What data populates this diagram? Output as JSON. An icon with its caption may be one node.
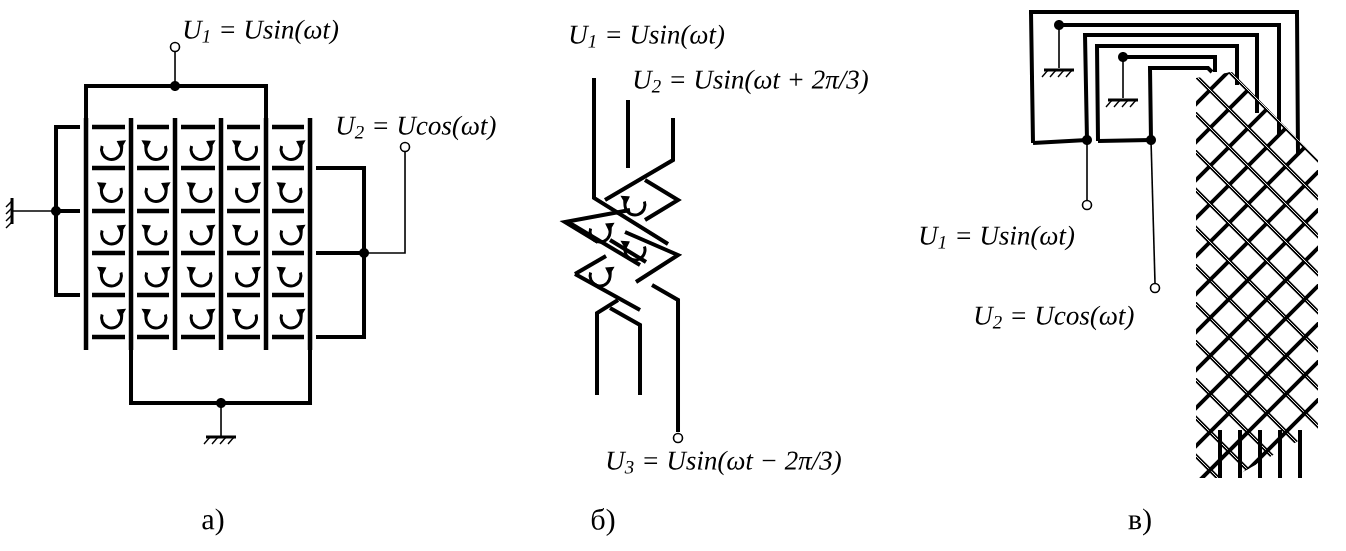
{
  "diagram": {
    "labels": [
      "U$_{1}$ = Usin(ωt)",
      "U$_{2}$ = Ucos(ωt)",
      "U$_{1}$ = Usin(ωt)",
      "U$_{2}$ = Usin(ωt + 2π/3)",
      "U$_{3}$ = Usin(ωt − 2π/3)",
      "U$_{1}$ = Usin(ωt)",
      "U$_{2}$ = Ucos(ωt)",
      "а)",
      "б)",
      "в)"
    ]
  }
}
